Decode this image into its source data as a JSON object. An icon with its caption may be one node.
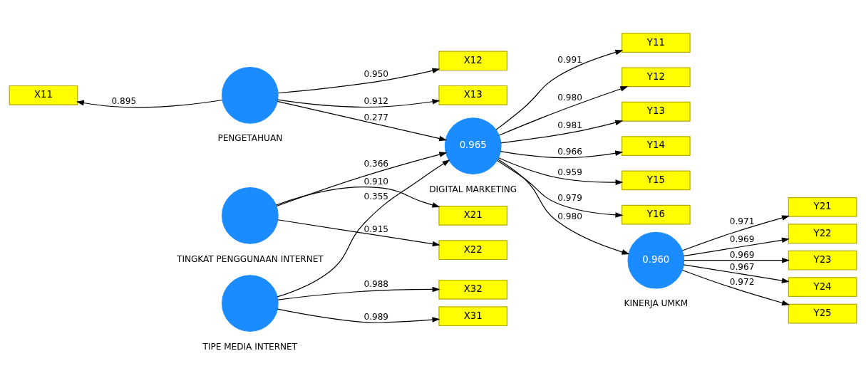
{
  "diagram": {
    "nodes": [
      {
        "text": [
          "X11"
        ]
      },
      {
        "text": [
          "X12"
        ]
      },
      {
        "text": [
          "X13"
        ]
      },
      {
        "text": [],
        "shape": "circle",
        "beside": [
          "PENGETAHUAN"
        ]
      },
      {
        "text": [
          "X21"
        ]
      },
      {
        "text": [
          "X22"
        ]
      },
      {
        "text": [],
        "shape": "circle",
        "beside": [
          "TINGKAT PENGGUNAAN INTERNET"
        ]
      },
      {
        "text": [
          "X31"
        ]
      },
      {
        "text": [
          "X32"
        ]
      },
      {
        "text": [],
        "shape": "circle",
        "beside": [
          "TIPE MEDIA INTERNET"
        ]
      },
      {
        "text": [
          "Y11"
        ]
      },
      {
        "text": [
          "Y12"
        ]
      },
      {
        "text": [
          "Y13"
        ]
      },
      {
        "text": [
          "Y14"
        ]
      },
      {
        "text": [
          "Y15"
        ]
      },
      {
        "text": [
          "Y16"
        ]
      },
      {
        "text": [
          "0.965"
        ],
        "beside": [
          "DIGITAL MARKETING"
        ]
      },
      {
        "text": [
          "0.960"
        ],
        "beside": [
          "KINERJA UMKM"
        ]
      },
      {
        "text": [
          "Y21"
        ]
      },
      {
        "text": [
          "Y22"
        ]
      },
      {
        "text": [
          "Y23"
        ]
      },
      {
        "text": [
          "Y24"
        ]
      },
      {
        "text": [
          "Y25"
        ]
      }
    ],
    "edges": [
      {
        "from": 3,
        "to": 0,
        "arrow": "to",
        "label": "0.895"
      },
      {
        "from": 3,
        "to": 1,
        "arrow": "to",
        "label": "0.950"
      },
      {
        "from": 3,
        "to": 2,
        "arrow": "to",
        "label": "0.912"
      },
      {
        "from": 6,
        "to": 4,
        "arrow": "to",
        "label": "0.910"
      },
      {
        "from": 6,
        "to": 5,
        "arrow": "to",
        "label": "0.915"
      },
      {
        "from": 9,
        "to": 7,
        "arrow": "to",
        "label": "0.989"
      },
      {
        "from": 9,
        "to": 8,
        "arrow": "to",
        "label": "0.988"
      },
      {
        "from": 3,
        "to": 16,
        "arrow": "to",
        "label": "0.277"
      },
      {
        "from": 6,
        "to": 16,
        "arrow": "to",
        "label": "0.366"
      },
      {
        "from": 9,
        "to": 16,
        "arrow": "to",
        "label": "0.355"
      },
      {
        "from": 16,
        "to": 10,
        "arrow": "to",
        "label": "0.991"
      },
      {
        "from": 16,
        "to": 11,
        "arrow": "to",
        "label": "0.980"
      },
      {
        "from": 16,
        "to": 12,
        "arrow": "to",
        "label": "0.981"
      },
      {
        "from": 16,
        "to": 13,
        "arrow": "to",
        "label": "0.966"
      },
      {
        "from": 16,
        "to": 14,
        "arrow": "to",
        "label": "0.959"
      },
      {
        "from": 16,
        "to": 15,
        "arrow": "to",
        "label": "0.979"
      },
      {
        "from": 16,
        "to": 17,
        "arrow": "to",
        "label": "0.980"
      },
      {
        "from": 17,
        "to": 18,
        "arrow": "to",
        "label": "0.971"
      },
      {
        "from": 17,
        "to": 19,
        "arrow": "to",
        "label": "0.969"
      },
      {
        "from": 17,
        "to": 20,
        "arrow": "to",
        "label": "0.969"
      },
      {
        "from": 17,
        "to": 21,
        "arrow": "to",
        "label": "0.967"
      },
      {
        "from": 17,
        "to": 22,
        "arrow": "to",
        "label": "0.972"
      }
    ]
  }
}
